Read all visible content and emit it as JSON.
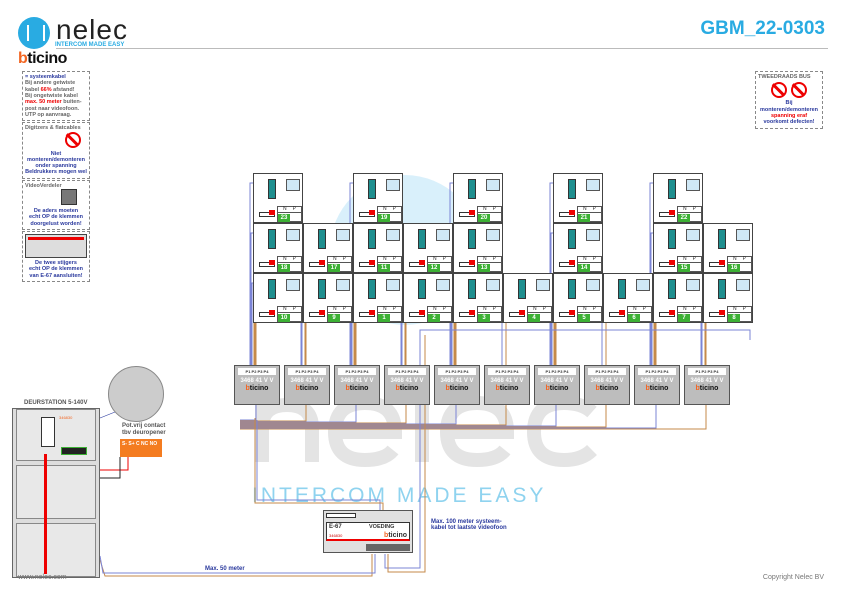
{
  "header": {
    "brand": "nelec",
    "tagline": "INTERCOM MADE EASY",
    "partner": "bticino",
    "doc_code": "GBM_22-0303"
  },
  "info": {
    "cable": {
      "legend": "= systeemkabel",
      "l1": "Bij andere getwiste",
      "l2a": "kabel ",
      "l2b": "66%",
      "l2c": " afstand!",
      "l3": "Bij ongetwiste kabel",
      "l4a": "max. 50 meter",
      "l4b": " buiten-",
      "l5": "post naar videofoon.",
      "l6": "UTP op aanvraag."
    },
    "digitizers": {
      "title": "Digitzers & flatcables",
      "l1": "Niet monteren/demonteren",
      "l2": "onder spanning",
      "l3": "Beldrukkers mogen wel"
    },
    "video": {
      "title": "VideoVerdeler",
      "l1": "De aders moeten",
      "l2": "echt OP de klemmen",
      "l3": "doorgelust worden!"
    },
    "psu": {
      "l1": "De twee stijgers",
      "l2": "echt OP de klemmen",
      "l3": "van E-67 aansluiten!"
    },
    "bus": {
      "title": "TWEEDRAADS BUS",
      "l1": "Bij monteren/demonteren",
      "l2": "spanning eraf",
      "l3": "voorkomt defecten!"
    }
  },
  "apartments": {
    "np_labels": [
      "N",
      "P"
    ],
    "rows": [
      [
        23,
        null,
        19,
        null,
        20,
        null,
        21,
        null,
        22,
        null
      ],
      [
        18,
        17,
        11,
        12,
        13,
        null,
        14,
        null,
        15,
        16
      ],
      [
        10,
        9,
        1,
        2,
        3,
        4,
        5,
        6,
        7,
        8
      ]
    ]
  },
  "distributor": {
    "pins": "P1 P2 P3 P4",
    "model": "3468 41",
    "vv": "V V",
    "brand_b": "b",
    "brand_rest": "ticino",
    "count": 10
  },
  "door_station": {
    "title": "DEURSTATION 5-140V",
    "part": "346830"
  },
  "contact": {
    "l1": "Pot.vrij contact",
    "l2": "tbv deuropener",
    "terminals": "S-  S+ C NC NO"
  },
  "psu_unit": {
    "model": "E-67",
    "label": "VOEDING",
    "part": "346830"
  },
  "notes": {
    "max50": "Max. 50 meter",
    "max100a": "Max. 100 meter systeem-",
    "max100b": "kabel tot laatste videofoon"
  },
  "watermark": {
    "big": "nelec",
    "small": "INTERCOM MADE EASY"
  },
  "footer": {
    "left": "www.nelec.com",
    "right": "Copyright Nelec BV"
  },
  "colors": {
    "accent": "#29abe2",
    "wire_blue": "#7b84d6",
    "wire_brown": "#c58a4a",
    "terminal_green": "#3cb034"
  }
}
